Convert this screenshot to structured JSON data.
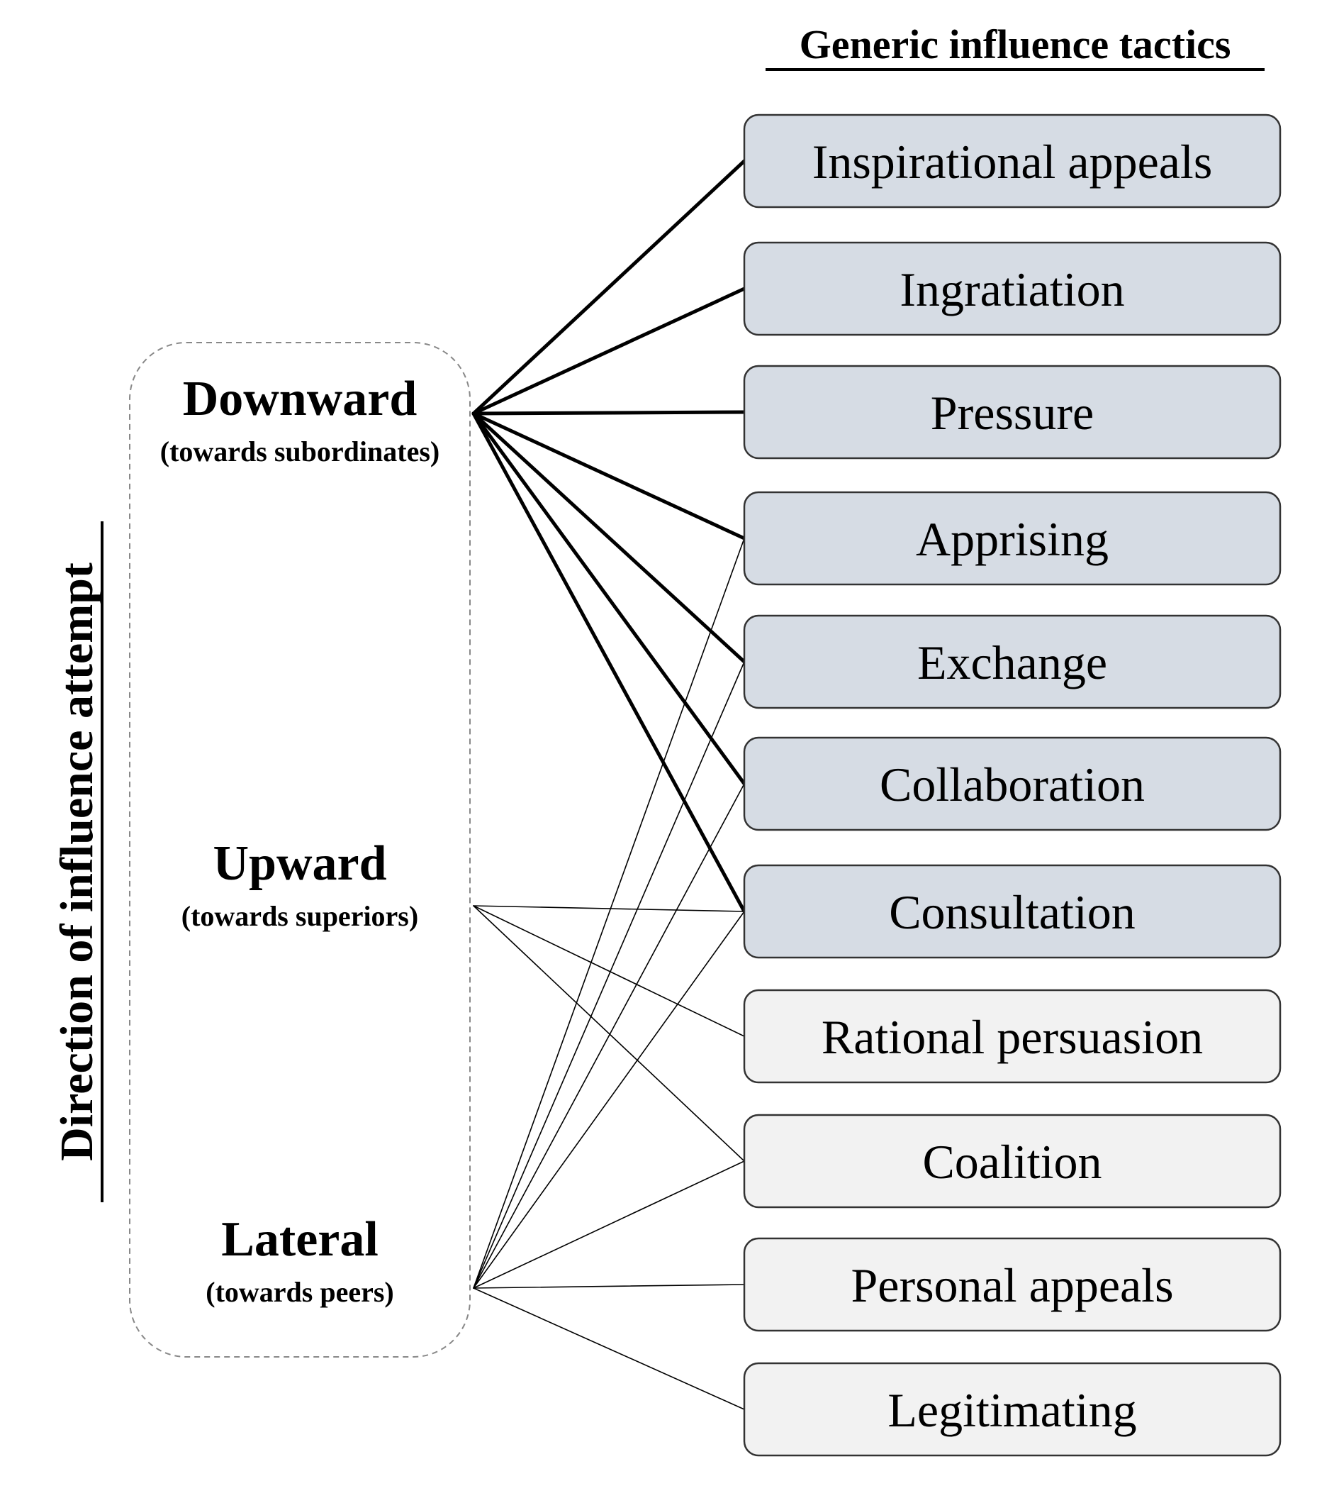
{
  "header": {
    "title": "Generic influence tactics"
  },
  "side_label": "Direction of influence attempt",
  "directions": [
    {
      "id": "downward",
      "title": "Downward",
      "subtitle": "(towards subordinates)"
    },
    {
      "id": "upward",
      "title": "Upward",
      "subtitle": "(towards superiors)"
    },
    {
      "id": "lateral",
      "title": "Lateral",
      "subtitle": "(towards peers)"
    }
  ],
  "tactics": [
    {
      "label": "Inspirational appeals",
      "group": "shaded"
    },
    {
      "label": "Ingratiation",
      "group": "shaded"
    },
    {
      "label": "Pressure",
      "group": "shaded"
    },
    {
      "label": "Apprising",
      "group": "shaded"
    },
    {
      "label": "Exchange",
      "group": "shaded"
    },
    {
      "label": "Collaboration",
      "group": "shaded"
    },
    {
      "label": "Consultation",
      "group": "shaded"
    },
    {
      "label": "Rational persuasion",
      "group": "light"
    },
    {
      "label": "Coalition",
      "group": "light"
    },
    {
      "label": "Personal appeals",
      "group": "light"
    },
    {
      "label": "Legitimating",
      "group": "light"
    }
  ],
  "connections": [
    {
      "from": "downward",
      "to": 0,
      "weight": "bold"
    },
    {
      "from": "downward",
      "to": 1,
      "weight": "bold"
    },
    {
      "from": "downward",
      "to": 2,
      "weight": "bold"
    },
    {
      "from": "downward",
      "to": 3,
      "weight": "bold"
    },
    {
      "from": "downward",
      "to": 4,
      "weight": "bold"
    },
    {
      "from": "downward",
      "to": 5,
      "weight": "bold"
    },
    {
      "from": "downward",
      "to": 6,
      "weight": "bold"
    },
    {
      "from": "upward",
      "to": 6,
      "weight": "thin"
    },
    {
      "from": "upward",
      "to": 7,
      "weight": "thin"
    },
    {
      "from": "upward",
      "to": 8,
      "weight": "thin"
    },
    {
      "from": "lateral",
      "to": 3,
      "weight": "thin"
    },
    {
      "from": "lateral",
      "to": 4,
      "weight": "thin"
    },
    {
      "from": "lateral",
      "to": 5,
      "weight": "thin"
    },
    {
      "from": "lateral",
      "to": 6,
      "weight": "thin"
    },
    {
      "from": "lateral",
      "to": 8,
      "weight": "thin"
    },
    {
      "from": "lateral",
      "to": 9,
      "weight": "thin"
    },
    {
      "from": "lateral",
      "to": 10,
      "weight": "thin"
    }
  ],
  "colors": {
    "shaded_fill": "#d6dce4",
    "light_fill": "#f2f2f2",
    "box_stroke": "#333333",
    "line": "#000000",
    "dashed_border": "#888888"
  }
}
